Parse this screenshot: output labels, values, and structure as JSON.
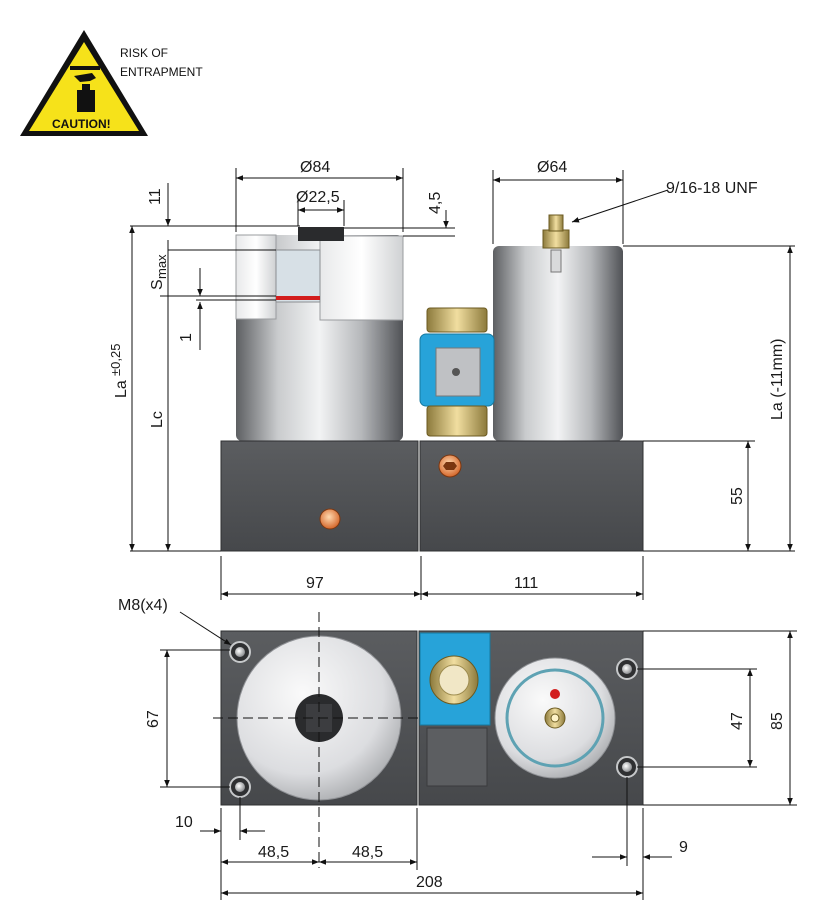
{
  "warning": {
    "line1": "RISK OF",
    "line2": "ENTRAPMENT",
    "caution": "CAUTION!"
  },
  "front_view": {
    "d_big": "Ø84",
    "d_small": "Ø64",
    "d_piston": "Ø22,5",
    "thread": "9/16-18 UNF",
    "dim_11": "11",
    "dim_4_5": "4,5",
    "s_max": "S",
    "s_max_sub": "max",
    "dim_1": "1",
    "la": "La",
    "la_tol": "±0,25",
    "lc": "Lc",
    "la_minus": "La (-11mm)",
    "dim_55": "55",
    "dim_97": "97",
    "dim_111": "111"
  },
  "top_view": {
    "holes": "M8(x4)",
    "dim_67": "67",
    "dim_47": "47",
    "dim_85": "85",
    "dim_10": "10",
    "dim_9": "9",
    "dim_48_5_left": "48,5",
    "dim_48_5_right": "48,5",
    "dim_208": "208"
  },
  "colors": {
    "block": "#4f5154",
    "valve": "#27a3d9",
    "caution_yellow": "#f6e21a",
    "indicator_red": "#d21d1d"
  }
}
